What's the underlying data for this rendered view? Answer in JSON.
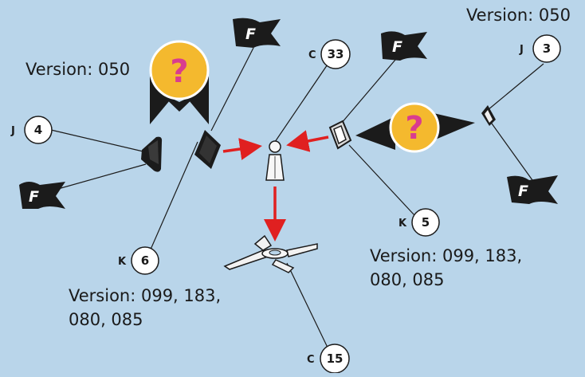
{
  "labels": {
    "version_top_right": "Version: 050",
    "version_left": "Version: 050",
    "version_bottom_left": "Version: 099, 183,\n080, 085",
    "version_bottom_right": "Version: 099, 183,\n080, 085"
  },
  "callouts": [
    {
      "prefix": "J",
      "number": "4"
    },
    {
      "prefix": "K",
      "number": "6"
    },
    {
      "prefix": "C",
      "number": "33"
    },
    {
      "prefix": "K",
      "number": "5"
    },
    {
      "prefix": "J",
      "number": "3"
    },
    {
      "prefix": "C",
      "number": "15"
    }
  ],
  "flag_letter": "F",
  "unknown_symbol": "?",
  "colors": {
    "background": "#b9d5ea",
    "arrow": "#e02020",
    "badge": "#f4b92e",
    "dark": "#1b1b1b"
  }
}
